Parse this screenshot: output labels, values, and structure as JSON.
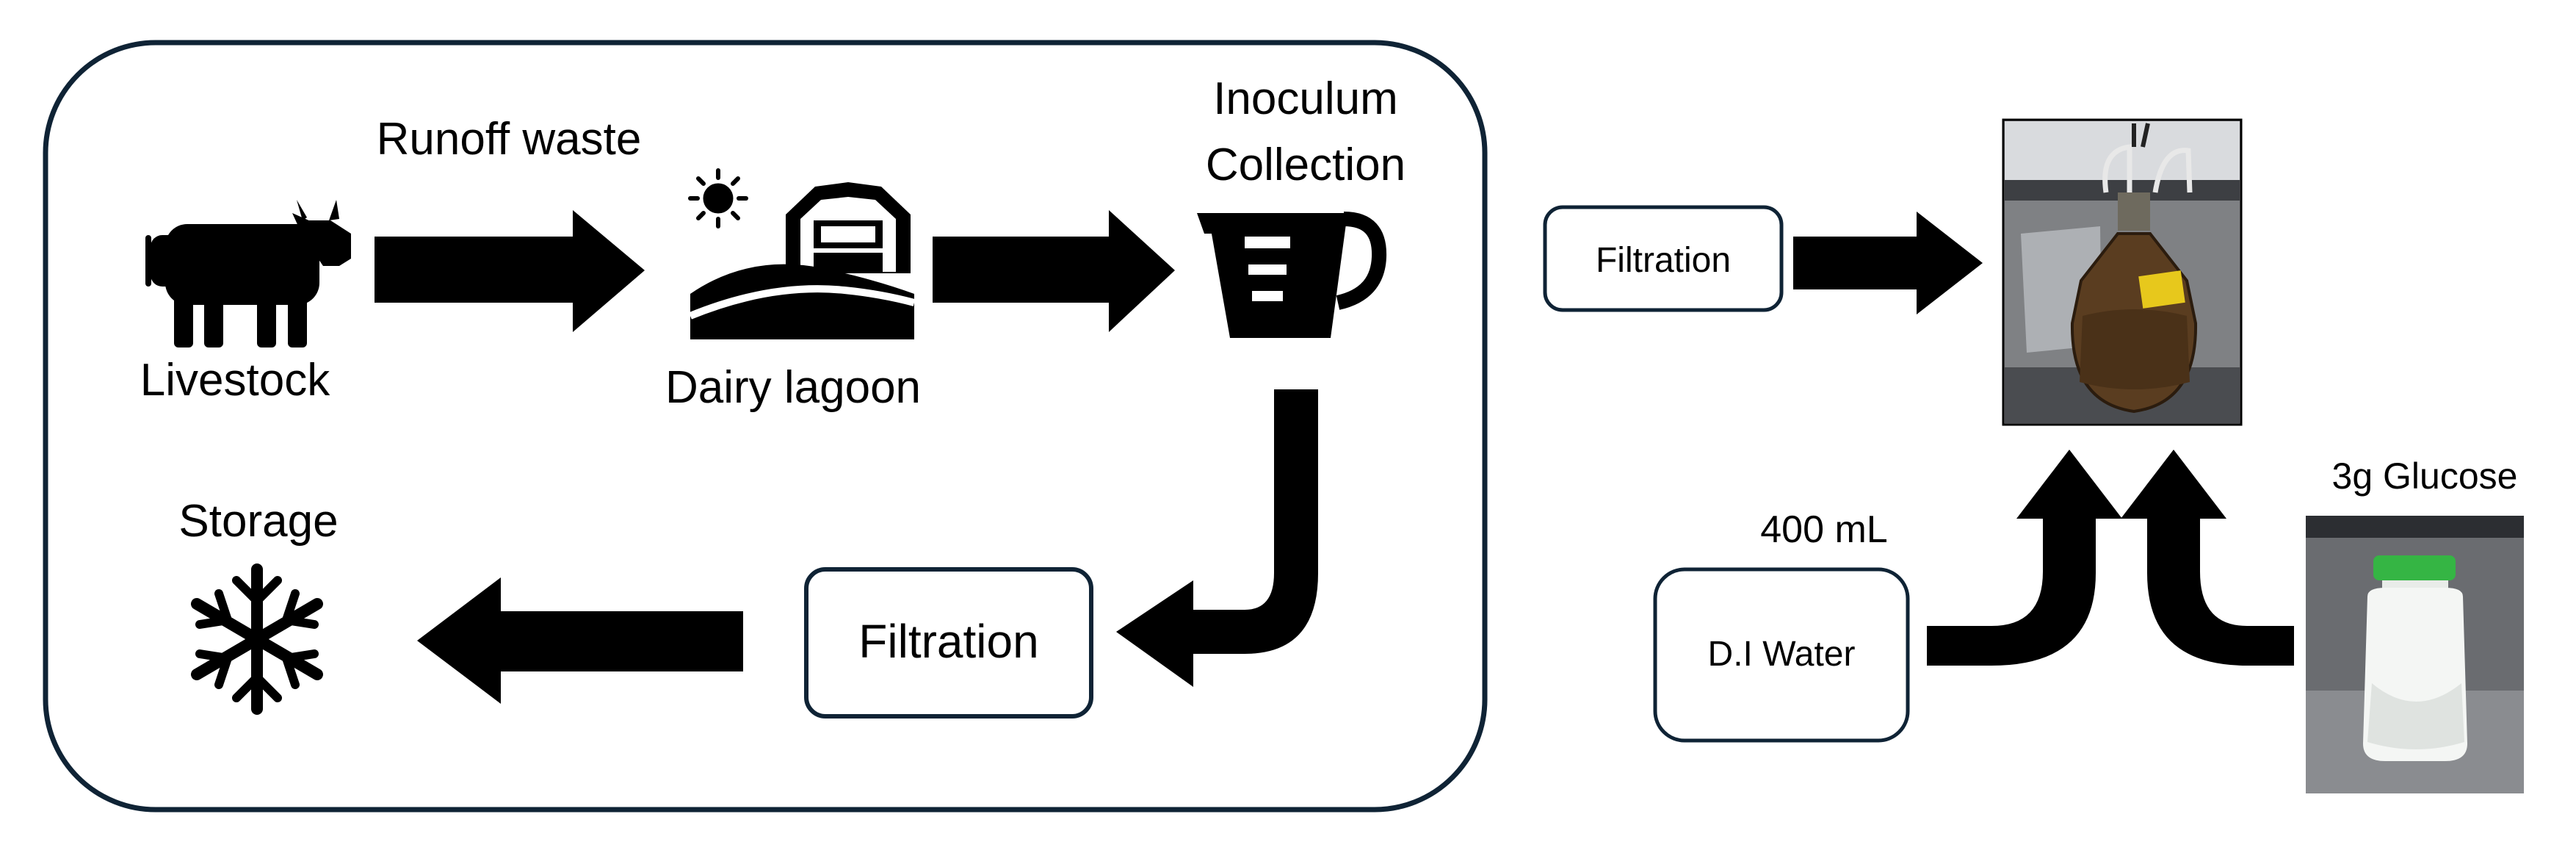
{
  "process": {
    "livestock": "Livestock",
    "runoff_waste": "Runoff waste",
    "dairy_lagoon": "Dairy lagoon",
    "inoculum_line1": "Inoculum",
    "inoculum_line2": "Collection",
    "filtration": "Filtration",
    "storage": "Storage"
  },
  "setup": {
    "filtration": "Filtration",
    "water_volume": "400 mL",
    "water": "D.I Water",
    "glucose": "3g Glucose"
  },
  "colors": {
    "frame": "#0f2335",
    "arrow": "#000000",
    "icon": "#000000",
    "bottle_cap": "#35b544"
  }
}
